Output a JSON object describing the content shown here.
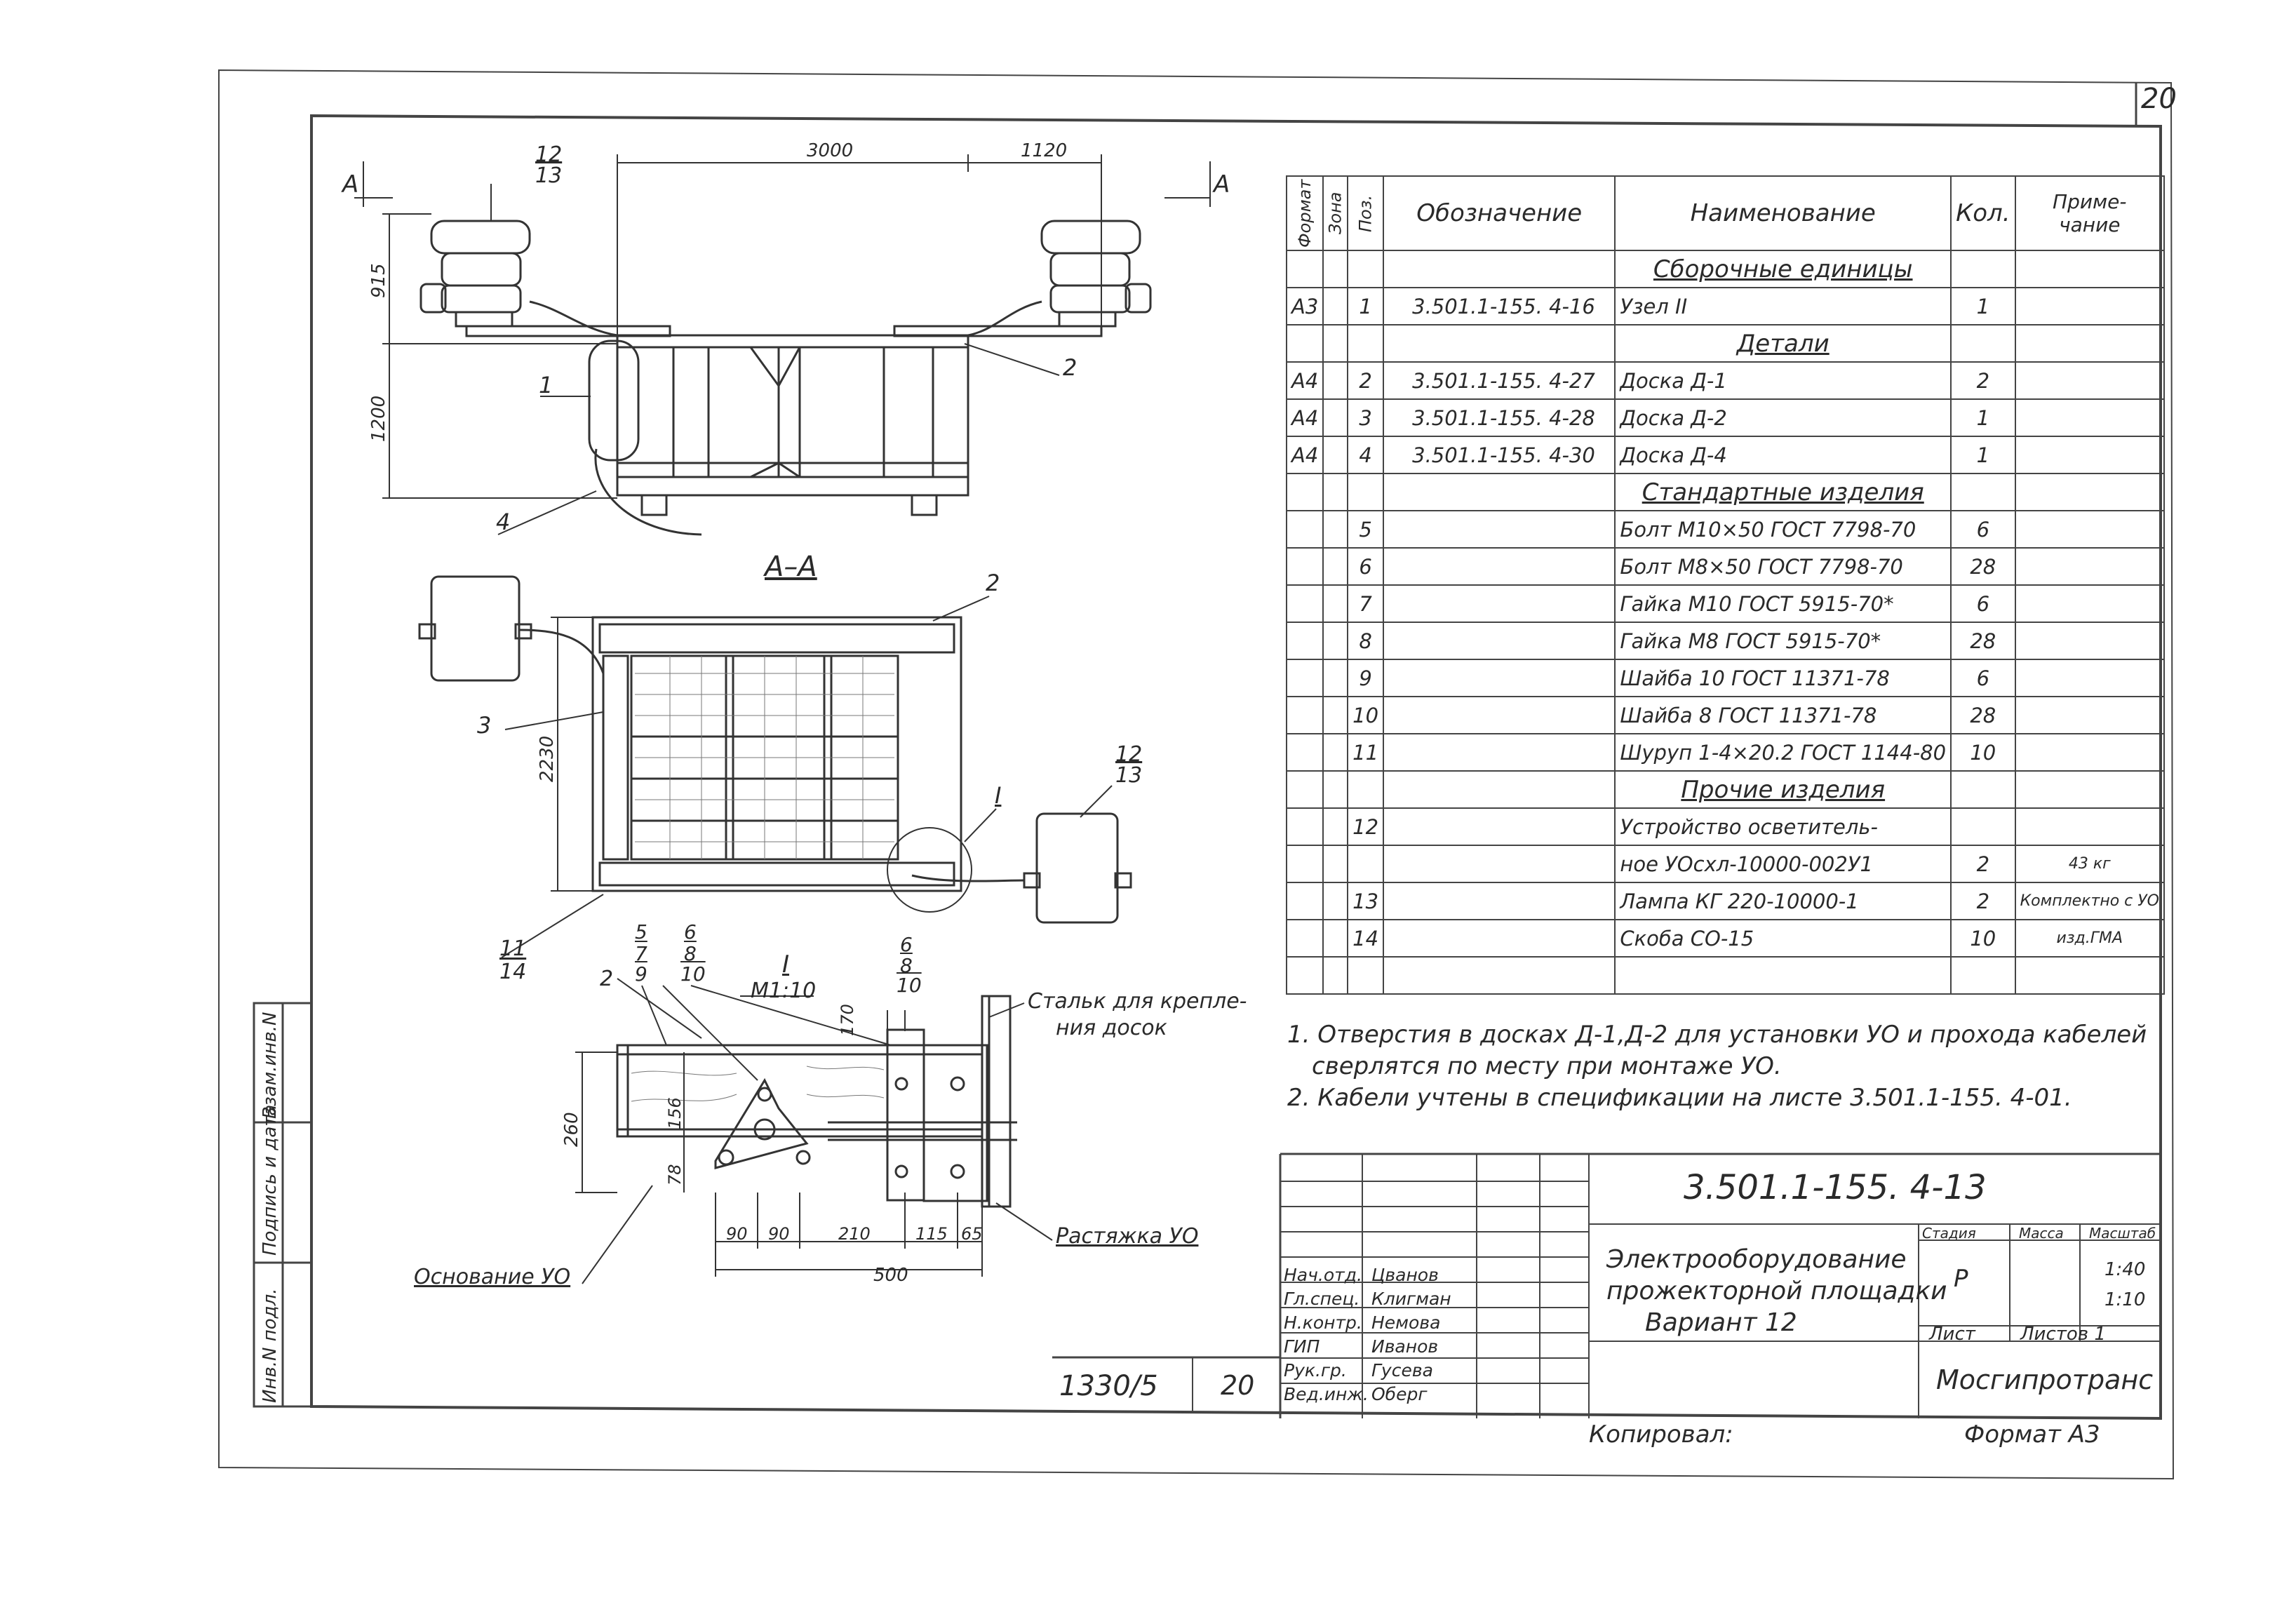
{
  "sheet": {
    "sheet_number": "20",
    "inventory_number": "1330/5",
    "page_small": "20",
    "copied_by": "Копировал:",
    "format": "Формат А3"
  },
  "side_stamp": {
    "col1": "Инв.N подл.",
    "col2": "Подпись и дата",
    "col3": "Взам.инв.N"
  },
  "drawing": {
    "section_mark_left": "А",
    "section_mark_right": "А",
    "dims_top": [
      "3000",
      "1120"
    ],
    "dims_left_top": [
      "915",
      "1200"
    ],
    "dim_section_height": "2230",
    "section_title": "А–А",
    "detail_title": "I",
    "detail_scale": "М1:10",
    "node_ref": "I",
    "callouts": {
      "c1": "1",
      "c2": "2",
      "c2b": "2",
      "c2c": "2",
      "c3": "3",
      "c4": "4",
      "c12a_top": "12",
      "c12a_bot": "13",
      "c12b_top": "12",
      "c12b_bot": "13",
      "c11_top": "11",
      "c11_bot": "14",
      "c5_top": "5",
      "c5_mid": "7",
      "c5_bot": "9",
      "c6_top": "6",
      "c6_mid": "8",
      "c6_bot": "10",
      "c6b_top": "6",
      "c6b_mid": "8",
      "c6b_bot": "10"
    },
    "detail_dims": {
      "d170": "170",
      "d260": "260",
      "d156": "156",
      "d78": "78",
      "bottom": [
        "90",
        "90",
        "210",
        "115",
        "65"
      ],
      "total": "500"
    },
    "labels": {
      "steel": "Стальк для крепле-",
      "steel2": "ния досок",
      "base": "Основание УО",
      "brace": "Растяжка УО"
    }
  },
  "spec_table": {
    "headers": [
      "Формат",
      "Зона",
      "Поз.",
      "Обозначение",
      "Наименование",
      "Кол.",
      "Приме-\nчание"
    ],
    "rows": [
      {
        "fmt": "",
        "pos": "",
        "code": "",
        "name": "Сборочные единицы",
        "qty": "",
        "note": "",
        "section": true
      },
      {
        "fmt": "А3",
        "pos": "1",
        "code": "3.501.1-155. 4-16",
        "name": "Узел II",
        "qty": "1",
        "note": ""
      },
      {
        "fmt": "",
        "pos": "",
        "code": "",
        "name": "Детали",
        "qty": "",
        "note": "",
        "section": true
      },
      {
        "fmt": "А4",
        "pos": "2",
        "code": "3.501.1-155. 4-27",
        "name": "Доска Д-1",
        "qty": "2",
        "note": ""
      },
      {
        "fmt": "А4",
        "pos": "3",
        "code": "3.501.1-155. 4-28",
        "name": "Доска Д-2",
        "qty": "1",
        "note": ""
      },
      {
        "fmt": "А4",
        "pos": "4",
        "code": "3.501.1-155. 4-30",
        "name": "Доска Д-4",
        "qty": "1",
        "note": ""
      },
      {
        "fmt": "",
        "pos": "",
        "code": "",
        "name": "Стандартные изделия",
        "qty": "",
        "note": "",
        "section": true
      },
      {
        "fmt": "",
        "pos": "5",
        "code": "",
        "name": "Болт М10×50 ГОСТ 7798-70",
        "qty": "6",
        "note": ""
      },
      {
        "fmt": "",
        "pos": "6",
        "code": "",
        "name": "Болт М8×50 ГОСТ 7798-70",
        "qty": "28",
        "note": ""
      },
      {
        "fmt": "",
        "pos": "7",
        "code": "",
        "name": "Гайка М10 ГОСТ 5915-70*",
        "qty": "6",
        "note": ""
      },
      {
        "fmt": "",
        "pos": "8",
        "code": "",
        "name": "Гайка М8 ГОСТ 5915-70*",
        "qty": "28",
        "note": ""
      },
      {
        "fmt": "",
        "pos": "9",
        "code": "",
        "name": "Шайба 10 ГОСТ 11371-78",
        "qty": "6",
        "note": ""
      },
      {
        "fmt": "",
        "pos": "10",
        "code": "",
        "name": "Шайба 8 ГОСТ 11371-78",
        "qty": "28",
        "note": ""
      },
      {
        "fmt": "",
        "pos": "11",
        "code": "",
        "name": "Шуруп 1-4×20.2 ГОСТ 1144-80",
        "qty": "10",
        "note": ""
      },
      {
        "fmt": "",
        "pos": "",
        "code": "",
        "name": "Прочие изделия",
        "qty": "",
        "note": "",
        "section": true
      },
      {
        "fmt": "",
        "pos": "12",
        "code": "",
        "name": "Устройство осветитель-",
        "qty": "",
        "note": ""
      },
      {
        "fmt": "",
        "pos": "",
        "code": "",
        "name": "ное УОсхл-10000-002У1",
        "qty": "2",
        "note": "43 кг"
      },
      {
        "fmt": "",
        "pos": "13",
        "code": "",
        "name": "Лампа КГ 220-10000-1",
        "qty": "2",
        "note": "Комплектно с УО"
      },
      {
        "fmt": "",
        "pos": "14",
        "code": "",
        "name": "Скоба СО-15",
        "qty": "10",
        "note": "изд.ГМА"
      },
      {
        "fmt": "",
        "pos": "",
        "code": "",
        "name": "",
        "qty": "",
        "note": ""
      }
    ]
  },
  "notes": [
    "1. Отверстия в досках Д-1,Д-2 для установки УО и прохода кабелей",
    "сверлятся по месту при монтаже УО.",
    "2. Кабели учтены в спецификации на листе 3.501.1-155. 4-01."
  ],
  "title_block": {
    "doc_code": "3.501.1-155. 4-13",
    "title_lines": [
      "Электрооборудование",
      "прожекторной площадки",
      "Вариант 12"
    ],
    "stage_label": "Стадия",
    "mass_label": "Масса",
    "scale_label": "Масштаб",
    "stage": "Р",
    "scales": [
      "1:40",
      "1:10"
    ],
    "sheet_label": "Лист",
    "sheets_label": "Листов 1",
    "org": "Мосгипротранс",
    "roles": [
      {
        "role": "Нач.отд.",
        "name": "Цванов"
      },
      {
        "role": "Гл.спец.",
        "name": "Клигман"
      },
      {
        "role": "Н.контр.",
        "name": "Немова"
      },
      {
        "role": "ГИП",
        "name": "Иванов"
      },
      {
        "role": "Рук.гр.",
        "name": "Гусева"
      },
      {
        "role": "Вед.инж.",
        "name": "Оберг"
      }
    ]
  }
}
